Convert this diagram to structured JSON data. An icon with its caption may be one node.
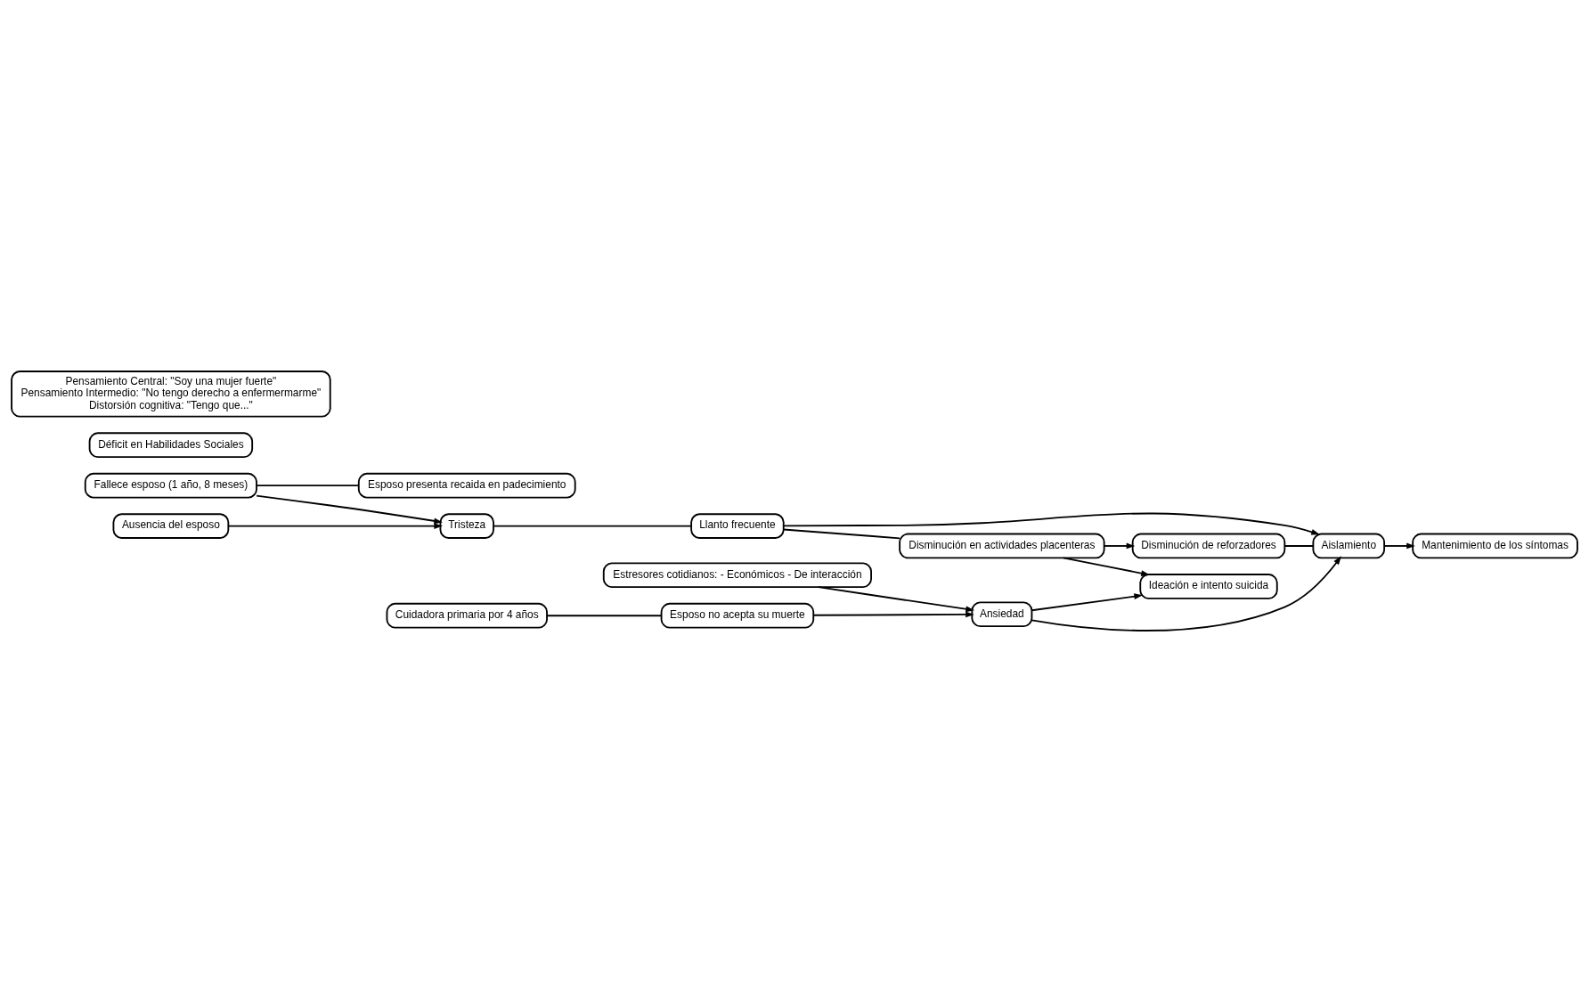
{
  "diagram": {
    "nodes": [
      {
        "text": [
          "Fallece esposo (1 año, 8 meses)"
        ]
      },
      {
        "text": [
          "Esposo presenta recaida en padecimiento"
        ]
      },
      {
        "text": [
          "Ausencia del esposo"
        ]
      },
      {
        "text": [
          "Déficit en Habilidades Sociales"
        ]
      },
      {
        "text": [
          "Pensamiento Central: \"Soy una mujer fuerte\"",
          "Pensamiento Intermedio: \"No tengo derecho a enfermermarme\"",
          "Distorsión cognitiva: \"Tengo que...\""
        ]
      },
      {
        "text": [
          "Estresores cotidianos: - Económicos - De interacción"
        ]
      },
      {
        "text": [
          "Cuidadora primaria por 4 años"
        ]
      },
      {
        "text": [
          "Esposo no acepta su muerte"
        ]
      },
      {
        "text": [
          "Tristeza"
        ]
      },
      {
        "text": [
          "Llanto frecuente"
        ]
      },
      {
        "text": [
          "Disminución en actividades placenteras"
        ]
      },
      {
        "text": [
          "Ideación e intento suicida"
        ]
      },
      {
        "text": [
          "Ansiedad"
        ]
      },
      {
        "text": [
          "Disminución de reforzadores"
        ]
      },
      {
        "text": [
          "Aislamiento"
        ]
      },
      {
        "text": [
          "Mantenimiento de los síntomas"
        ]
      }
    ],
    "edges": [
      {
        "from": 0,
        "to": 1,
        "arrow": "none"
      },
      {
        "from": 0,
        "to": 8,
        "arrow": "to"
      },
      {
        "from": 2,
        "to": 8,
        "arrow": "to"
      },
      {
        "from": 8,
        "to": 9,
        "arrow": "none"
      },
      {
        "from": 9,
        "to": 10,
        "arrow": "none"
      },
      {
        "from": 9,
        "to": 14,
        "arrow": "to"
      },
      {
        "from": 10,
        "to": 13,
        "arrow": "to"
      },
      {
        "from": 10,
        "to": 11,
        "arrow": "to"
      },
      {
        "from": 13,
        "to": 14,
        "arrow": "none"
      },
      {
        "from": 14,
        "to": 15,
        "arrow": "to"
      },
      {
        "from": 12,
        "to": 11,
        "arrow": "to"
      },
      {
        "from": 12,
        "to": 14,
        "arrow": "to"
      },
      {
        "from": 5,
        "to": 12,
        "arrow": "to"
      },
      {
        "from": 6,
        "to": 7,
        "arrow": "none"
      },
      {
        "from": 7,
        "to": 12,
        "arrow": "to"
      }
    ]
  }
}
